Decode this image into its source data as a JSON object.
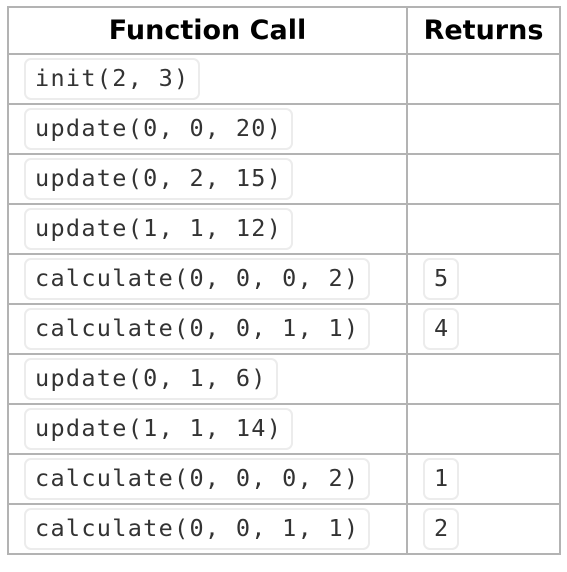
{
  "header": {
    "call_label": "Function Call",
    "returns_label": "Returns"
  },
  "rows": [
    {
      "call": "init(2, 3)",
      "returns": ""
    },
    {
      "call": "update(0, 0, 20)",
      "returns": ""
    },
    {
      "call": "update(0, 2, 15)",
      "returns": ""
    },
    {
      "call": "update(1, 1, 12)",
      "returns": ""
    },
    {
      "call": "calculate(0, 0, 0, 2)",
      "returns": "5"
    },
    {
      "call": "calculate(0, 0, 1, 1)",
      "returns": "4"
    },
    {
      "call": "update(0, 1, 6)",
      "returns": ""
    },
    {
      "call": "update(1, 1, 14)",
      "returns": ""
    },
    {
      "call": "calculate(0, 0, 0, 2)",
      "returns": "1"
    },
    {
      "call": "calculate(0, 0, 1, 1)",
      "returns": "2"
    }
  ]
}
